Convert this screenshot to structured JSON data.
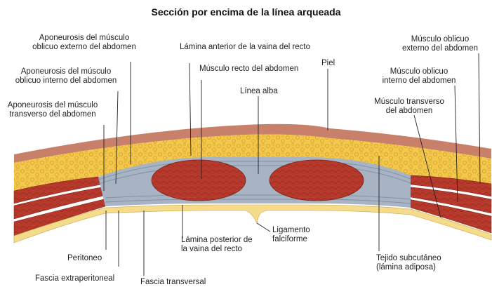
{
  "title": "Sección por encima de la línea arqueada",
  "labels": {
    "ap_externo_1": "Aponeurosis del músculo",
    "ap_externo_2": "oblicuo externo del abdomen",
    "ap_interno_1": "Aponeurosis del músculo",
    "ap_interno_2": "oblicuo interno del abdomen",
    "ap_transverso_1": "Aponeurosis del músculo",
    "ap_transverso_2": "transverso del abdomen",
    "lamina_anterior": "Lámina anterior de la vaina del recto",
    "musculo_recto": "Músculo recto del abdomen",
    "piel": "Piel",
    "linea_alba": "Línea alba",
    "oblicuo_externo_1": "Músculo oblicuo",
    "oblicuo_externo_2": "externo del abdomen",
    "oblicuo_interno_1": "Músculo oblicuo",
    "oblicuo_interno_2": "interno del abdomen",
    "transverso_1": "Músculo transverso",
    "transverso_2": "del abdomen",
    "peritoneo": "Peritoneo",
    "fascia_extraperitoneal": "Fascia extraperitoneal",
    "fascia_transversal": "Fascia transversal",
    "lamina_posterior_1": "Lámina posterior de",
    "lamina_posterior_2": "la vaina del recto",
    "ligamento_1": "Ligamento",
    "ligamento_2": "falciforme",
    "tejido_1": "Tejido subcutáneo",
    "tejido_2": "(lámina adiposa)"
  },
  "colors": {
    "skin": "#c9806a",
    "fat": "#f2c94c",
    "fat_dot": "#e2a92a",
    "muscle": "#b83a2c",
    "muscle_dark": "#8e2a20",
    "fascia": "#a8b4c4",
    "fascia_line": "#7d8ea4",
    "peritoneum": "#f4dc8a",
    "leader": "#222222"
  }
}
